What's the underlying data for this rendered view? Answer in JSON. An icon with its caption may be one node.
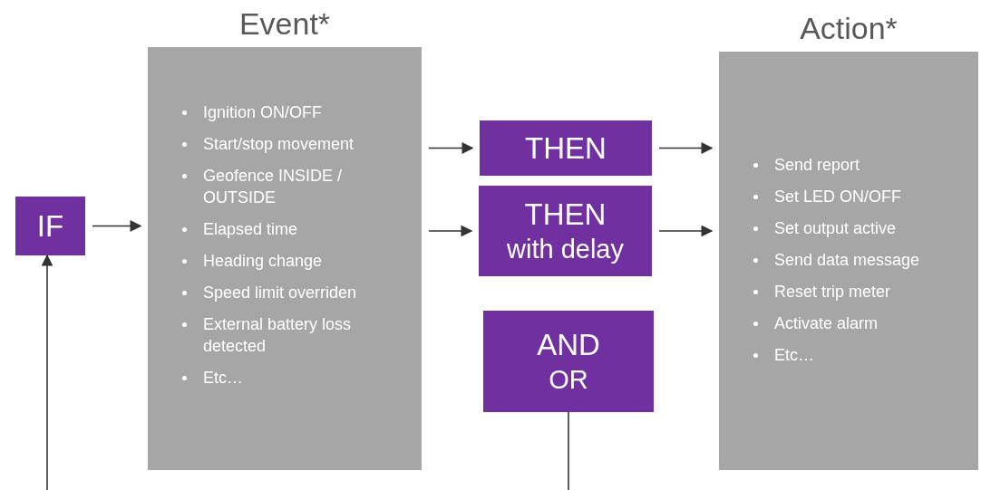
{
  "diagram": {
    "nodes": [
      {
        "text": [
          "IF"
        ]
      },
      {
        "text": [
          "Event*",
          "Ignition ON/OFF",
          "Start/stop movement",
          "Geofence INSIDE / OUTSIDE",
          "Elapsed time",
          "Heading change",
          "Speed limit overriden",
          "External battery loss detected",
          "Etc…"
        ]
      },
      {
        "text": [
          "THEN"
        ]
      },
      {
        "text": [
          "THEN",
          "with delay"
        ]
      },
      {
        "text": [
          "AND",
          "OR"
        ]
      },
      {
        "text": [
          "Action*",
          "Send report",
          "Set LED ON/OFF",
          "Set output active",
          "Send data message",
          "Reset trip meter",
          "Activate alarm",
          "Etc…"
        ]
      }
    ],
    "edges": [
      {
        "from": null,
        "to": 0,
        "arrow": "to"
      },
      {
        "from": 0,
        "to": 1,
        "arrow": "to"
      },
      {
        "from": 1,
        "to": 2,
        "arrow": "to"
      },
      {
        "from": 1,
        "to": 3,
        "arrow": "to"
      },
      {
        "from": 2,
        "to": 5,
        "arrow": "to"
      },
      {
        "from": 3,
        "to": 5,
        "arrow": "to"
      },
      {
        "from": 4,
        "to": null,
        "arrow": "none"
      }
    ]
  }
}
